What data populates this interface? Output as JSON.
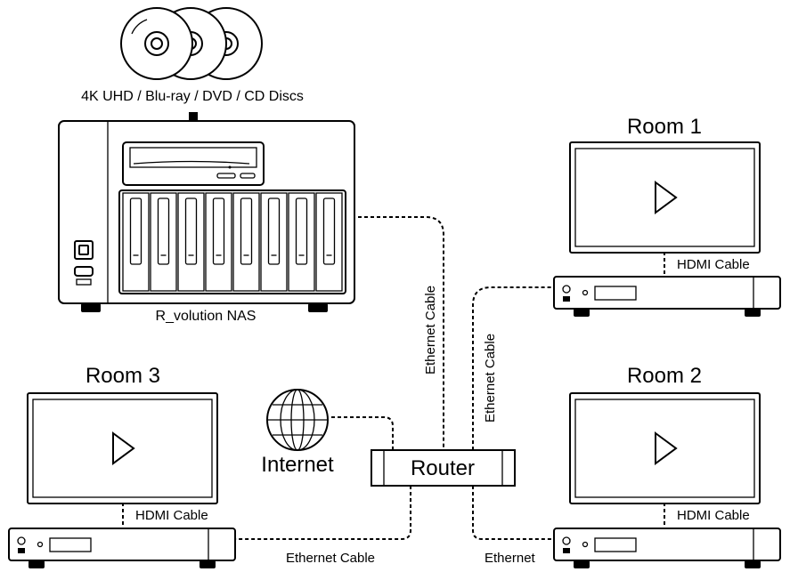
{
  "discs_label": "4K UHD / Blu-ray / DVD / CD Discs",
  "nas_label": "R_volution NAS",
  "router_label": "Router",
  "internet_label": "Internet",
  "rooms": {
    "room1": "Room 1",
    "room2": "Room 2",
    "room3": "Room 3"
  },
  "cables": {
    "nas_to_router": "Ethernet Cable",
    "router_to_room1": "Ethernet Cable",
    "router_to_room3": "Ethernet Cable",
    "router_to_room2": "Ethernet",
    "hdmi_room1": "HDMI Cable",
    "hdmi_room2": "HDMI Cable",
    "hdmi_room3": "HDMI Cable"
  },
  "nas_drive_bays": 8
}
